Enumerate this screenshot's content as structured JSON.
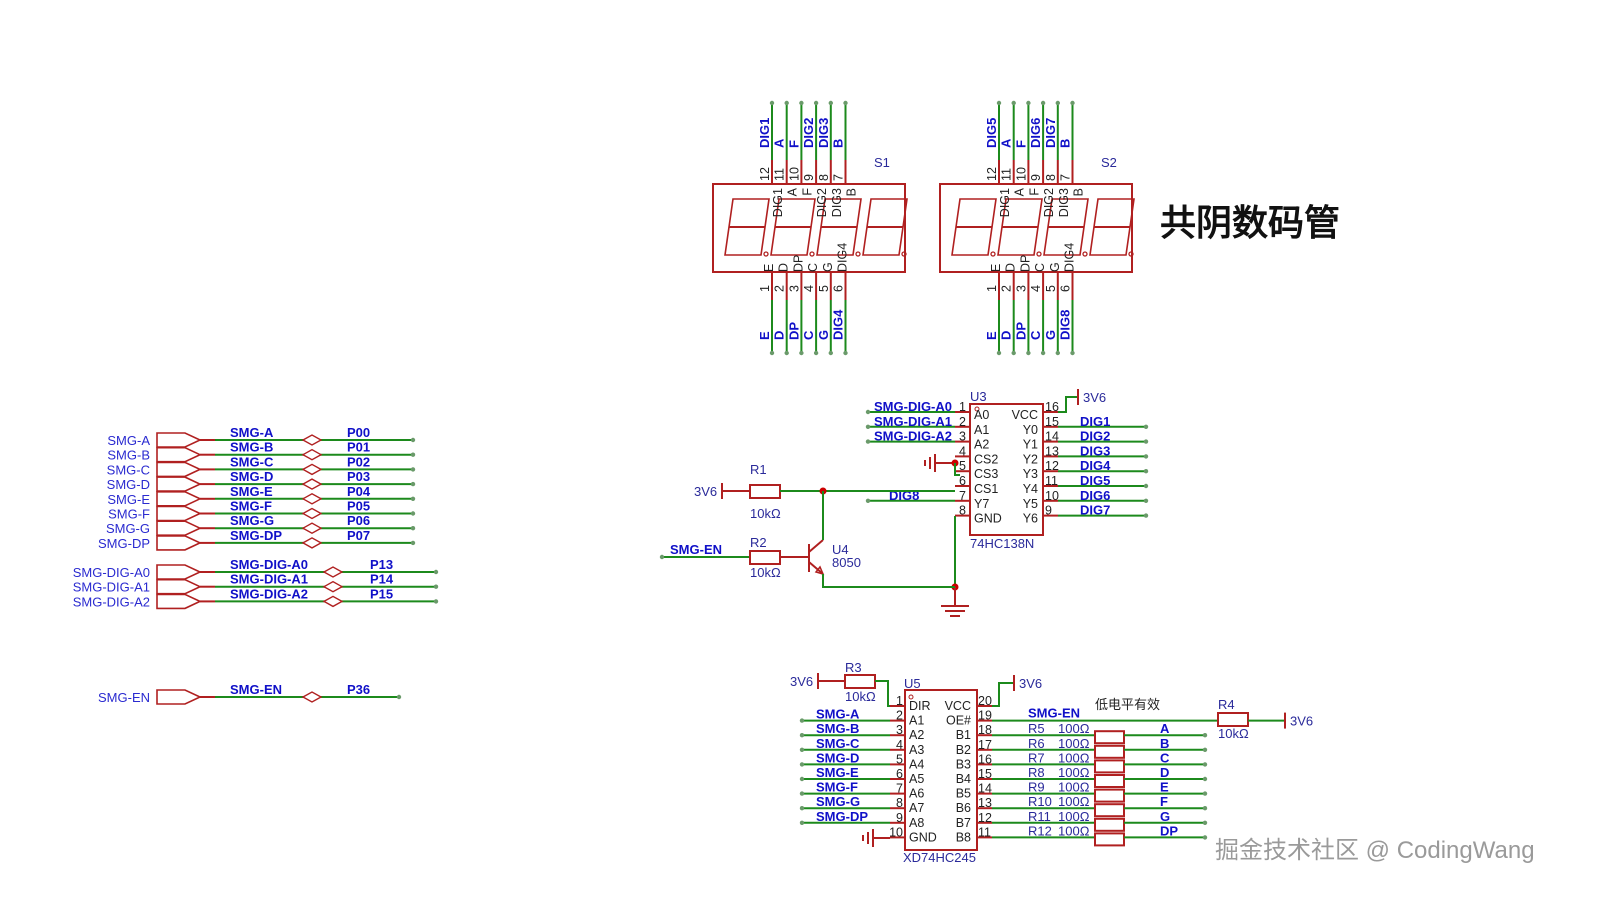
{
  "title": "共阴数码管",
  "watermark": "掘金技术社区 @ CodingWang",
  "note_active_low": "低电平有效",
  "colors": {
    "wire": "#1c8a1c",
    "component": "#b02020",
    "net_label": "#1010c8",
    "junction": "#cc0000"
  },
  "ports": {
    "segments": [
      {
        "name": "SMG-A",
        "net": "SMG-A",
        "pin": "P00"
      },
      {
        "name": "SMG-B",
        "net": "SMG-B",
        "pin": "P01"
      },
      {
        "name": "SMG-C",
        "net": "SMG-C",
        "pin": "P02"
      },
      {
        "name": "SMG-D",
        "net": "SMG-D",
        "pin": "P03"
      },
      {
        "name": "SMG-E",
        "net": "SMG-E",
        "pin": "P04"
      },
      {
        "name": "SMG-F",
        "net": "SMG-F",
        "pin": "P05"
      },
      {
        "name": "SMG-G",
        "net": "SMG-G",
        "pin": "P06"
      },
      {
        "name": "SMG-DP",
        "net": "SMG-DP",
        "pin": "P07"
      }
    ],
    "digits": [
      {
        "name": "SMG-DIG-A0",
        "net": "SMG-DIG-A0",
        "pin": "P13"
      },
      {
        "name": "SMG-DIG-A1",
        "net": "SMG-DIG-A1",
        "pin": "P14"
      },
      {
        "name": "SMG-DIG-A2",
        "net": "SMG-DIG-A2",
        "pin": "P15"
      }
    ],
    "enable": [
      {
        "name": "SMG-EN",
        "net": "SMG-EN",
        "pin": "P36"
      }
    ]
  },
  "displays": [
    {
      "ref": "S1",
      "top_pins": [
        {
          "num": "12",
          "in": "DIG1",
          "net": "DIG1"
        },
        {
          "num": "11",
          "in": "A",
          "net": "A"
        },
        {
          "num": "10",
          "in": "F",
          "net": "F"
        },
        {
          "num": "9",
          "in": "DIG2",
          "net": "DIG2"
        },
        {
          "num": "8",
          "in": "DIG3",
          "net": "DIG3"
        },
        {
          "num": "7",
          "in": "B",
          "net": "B"
        }
      ],
      "bottom_pins": [
        {
          "num": "1",
          "in": "E",
          "net": "E"
        },
        {
          "num": "2",
          "in": "D",
          "net": "D"
        },
        {
          "num": "3",
          "in": "DP",
          "net": "DP"
        },
        {
          "num": "4",
          "in": "C",
          "net": "C"
        },
        {
          "num": "5",
          "in": "G",
          "net": "G"
        },
        {
          "num": "6",
          "in": "DIG4",
          "net": "DIG4"
        }
      ]
    },
    {
      "ref": "S2",
      "top_pins": [
        {
          "num": "12",
          "in": "DIG1",
          "net": "DIG5"
        },
        {
          "num": "11",
          "in": "A",
          "net": "A"
        },
        {
          "num": "10",
          "in": "F",
          "net": "F"
        },
        {
          "num": "9",
          "in": "DIG2",
          "net": "DIG6"
        },
        {
          "num": "8",
          "in": "DIG3",
          "net": "DIG7"
        },
        {
          "num": "7",
          "in": "B",
          "net": "B"
        }
      ],
      "bottom_pins": [
        {
          "num": "1",
          "in": "E",
          "net": "E"
        },
        {
          "num": "2",
          "in": "D",
          "net": "D"
        },
        {
          "num": "3",
          "in": "DP",
          "net": "DP"
        },
        {
          "num": "4",
          "in": "C",
          "net": "C"
        },
        {
          "num": "5",
          "in": "G",
          "net": "G"
        },
        {
          "num": "6",
          "in": "DIG4",
          "net": "DIG8"
        }
      ]
    }
  ],
  "u3": {
    "ref": "U3",
    "part": "74HC138N",
    "left": [
      {
        "num": "1",
        "name": "A0",
        "net": "SMG-DIG-A0"
      },
      {
        "num": "2",
        "name": "A1",
        "net": "SMG-DIG-A1"
      },
      {
        "num": "3",
        "name": "A2",
        "net": "SMG-DIG-A2"
      },
      {
        "num": "4",
        "name": "CS2",
        "net": ""
      },
      {
        "num": "5",
        "name": "CS3",
        "net": ""
      },
      {
        "num": "6",
        "name": "CS1",
        "net": ""
      },
      {
        "num": "7",
        "name": "Y7",
        "net": "DIG8"
      },
      {
        "num": "8",
        "name": "GND",
        "net": ""
      }
    ],
    "right": [
      {
        "num": "16",
        "name": "VCC",
        "net": ""
      },
      {
        "num": "15",
        "name": "Y0",
        "net": "DIG1"
      },
      {
        "num": "14",
        "name": "Y1",
        "net": "DIG2"
      },
      {
        "num": "13",
        "name": "Y2",
        "net": "DIG3"
      },
      {
        "num": "12",
        "name": "Y3",
        "net": "DIG4"
      },
      {
        "num": "11",
        "name": "Y4",
        "net": "DIG5"
      },
      {
        "num": "10",
        "name": "Y5",
        "net": "DIG6"
      },
      {
        "num": "9",
        "name": "Y6",
        "net": "DIG7"
      }
    ],
    "vcc": "3V6"
  },
  "driver": {
    "r1": {
      "ref": "R1",
      "value": "10kΩ",
      "supply": "3V6"
    },
    "r2": {
      "ref": "R2",
      "value": "10kΩ",
      "net": "SMG-EN"
    },
    "q": {
      "ref": "U4",
      "part": "8050"
    }
  },
  "u5": {
    "ref": "U5",
    "part": "XD74HC245",
    "left": [
      {
        "num": "1",
        "name": "DIR",
        "net": ""
      },
      {
        "num": "2",
        "name": "A1",
        "net": "SMG-A"
      },
      {
        "num": "3",
        "name": "A2",
        "net": "SMG-B"
      },
      {
        "num": "4",
        "name": "A3",
        "net": "SMG-C"
      },
      {
        "num": "5",
        "name": "A4",
        "net": "SMG-D"
      },
      {
        "num": "6",
        "name": "A5",
        "net": "SMG-E"
      },
      {
        "num": "7",
        "name": "A6",
        "net": "SMG-F"
      },
      {
        "num": "8",
        "name": "A7",
        "net": "SMG-G"
      },
      {
        "num": "9",
        "name": "A8",
        "net": "SMG-DP"
      },
      {
        "num": "10",
        "name": "GND",
        "net": ""
      }
    ],
    "right": [
      {
        "num": "20",
        "name": "VCC"
      },
      {
        "num": "19",
        "name": "OE#"
      },
      {
        "num": "18",
        "name": "B1"
      },
      {
        "num": "17",
        "name": "B2"
      },
      {
        "num": "16",
        "name": "B3"
      },
      {
        "num": "15",
        "name": "B4"
      },
      {
        "num": "14",
        "name": "B5"
      },
      {
        "num": "13",
        "name": "B6"
      },
      {
        "num": "12",
        "name": "B7"
      },
      {
        "num": "11",
        "name": "B8"
      }
    ],
    "r3": {
      "ref": "R3",
      "value": "10kΩ",
      "supply": "3V6"
    },
    "vcc": "3V6",
    "oe_net": "SMG-EN",
    "r4": {
      "ref": "R4",
      "value": "10kΩ",
      "supply": "3V6"
    },
    "series_resistors": [
      {
        "ref": "R5",
        "value": "100Ω",
        "net": "A"
      },
      {
        "ref": "R6",
        "value": "100Ω",
        "net": "B"
      },
      {
        "ref": "R7",
        "value": "100Ω",
        "net": "C"
      },
      {
        "ref": "R8",
        "value": "100Ω",
        "net": "D"
      },
      {
        "ref": "R9",
        "value": "100Ω",
        "net": "E"
      },
      {
        "ref": "R10",
        "value": "100Ω",
        "net": "F"
      },
      {
        "ref": "R11",
        "value": "100Ω",
        "net": "G"
      },
      {
        "ref": "R12",
        "value": "100Ω",
        "net": "DP"
      }
    ]
  }
}
